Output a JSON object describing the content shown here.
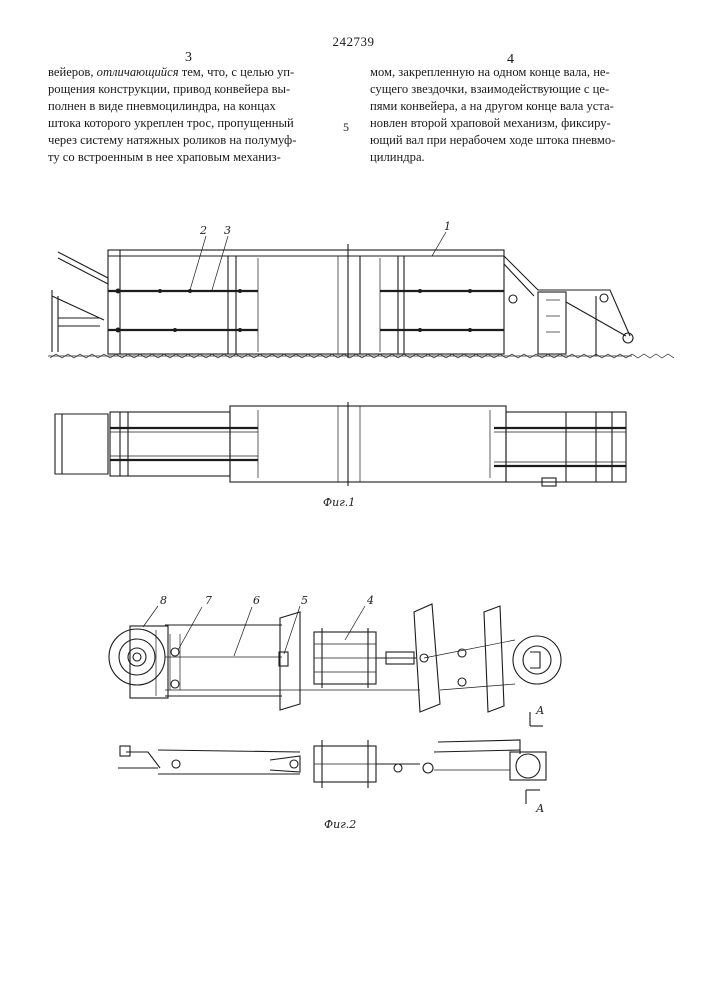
{
  "header": {
    "patent_number": "242739",
    "left_column_number": "3",
    "right_column_number": "4",
    "line_marker": "5"
  },
  "left_column": {
    "lines": [
      {
        "before": "вейеров, ",
        "emphasis": "отличающийся",
        "after": " тем, что, с целью уп-"
      },
      {
        "text": "рощения конструкции, привод конвейера вы-"
      },
      {
        "text": "полнен в виде пневмоцилиндра, на концах"
      },
      {
        "text": "штока которого укреплен трос, пропущенный"
      },
      {
        "text": "через систему натяжных роликов на полумуф-"
      },
      {
        "text": "ту со встроенным в нее храповым механиз-"
      }
    ]
  },
  "right_column": {
    "lines": [
      {
        "text": "мом, закрепленную на одном конце вала, не-"
      },
      {
        "text": "сущего звездочки, взаимодействующие с це-"
      },
      {
        "text": "пями конвейера, а на другом конце вала уста-"
      },
      {
        "text": "новлен второй храповой механизм, фиксиру-"
      },
      {
        "text": "ющий вал при нерабочем ходе штока пневмо-"
      },
      {
        "text": "цилиндра."
      }
    ]
  },
  "figure1": {
    "caption": "Фиг.1",
    "labels": [
      "1",
      "2",
      "3"
    ]
  },
  "figure2": {
    "caption": "Фиг.2",
    "labels": [
      "4",
      "5",
      "6",
      "7",
      "8"
    ],
    "section_label_top": "А",
    "section_label_bottom": "А"
  }
}
